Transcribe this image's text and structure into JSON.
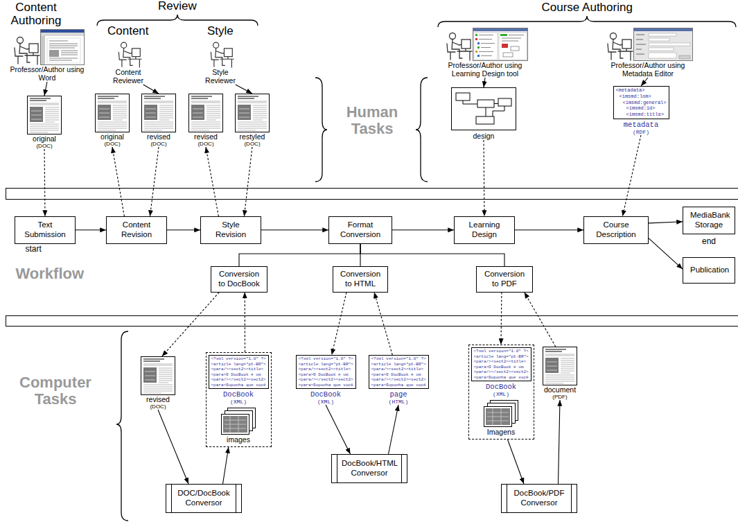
{
  "diagram": {
    "nodes": [
      {
        "text": [
          "Professor/Author using Word"
        ]
      },
      {
        "text": [
          "original",
          "(DOC)"
        ]
      },
      {
        "text": [
          "Content Reviewer"
        ]
      },
      {
        "text": [
          "original",
          "(DOC)"
        ]
      },
      {
        "text": [
          "revised",
          "(DOC)"
        ]
      },
      {
        "text": [
          "Style Reviewer"
        ]
      },
      {
        "text": [
          "revised",
          "(DOC)"
        ]
      },
      {
        "text": [
          "restyled",
          "(DOC)"
        ]
      },
      {
        "text": [
          "Professor/Author using Learning Design tool"
        ]
      },
      {
        "text": [
          "design"
        ]
      },
      {
        "text": [
          "Professor/Author using Metadata Editor"
        ]
      },
      {
        "text": [
          "<metadata>",
          "<imsmd:lom>",
          "<imsmd:general>",
          "<imsmd:id>",
          "<imsmd:title>",
          "metadata",
          "(RDF)"
        ]
      },
      {
        "text": [
          "Text Submission"
        ]
      },
      {
        "text": [
          "Content Revision"
        ]
      },
      {
        "text": [
          "Style Revision"
        ]
      },
      {
        "text": [
          "Format Conversion"
        ]
      },
      {
        "text": [
          "Learning Design"
        ]
      },
      {
        "text": [
          "Course Description"
        ]
      },
      {
        "text": [
          "MediaBank Storage"
        ]
      },
      {
        "text": [
          "Publication"
        ]
      },
      {
        "text": [
          "Conversion to DocBook"
        ]
      },
      {
        "text": [
          "Conversion to HTML"
        ]
      },
      {
        "text": [
          "Conversion to PDF"
        ]
      },
      {
        "text": [
          "revised",
          "(DOC)"
        ]
      },
      {
        "text": []
      },
      {
        "text": [
          "<?xml version=\"1.0\" ?>",
          "<article lang=\"pt-BR\">",
          "<para/><sect2><title>",
          "<para>O DocBook é um",
          "<para/></sect2><sect2>",
          "<para>Suponha que você",
          "DocBook",
          "(XML)"
        ],
        "in": 24
      },
      {
        "text": [
          "images"
        ],
        "in": 24
      },
      {
        "text": [
          "DOC/DocBook Conversor"
        ]
      },
      {
        "text": [
          "<?xml version=\"1.0\" ?>",
          "<article lang=\"pt-BR\">",
          "<para/><sect2><title>",
          "<para>O DocBook é um",
          "<para/></sect2><sect2>",
          "<para>Suponha que você",
          "DocBook",
          "(XML)"
        ]
      },
      {
        "text": [
          "<?xml version=\"1.0\" ?>",
          "<article lang=\"pt-BR\">",
          "<para/><sect2><title>",
          "<para>O DocBook é um",
          "<para/></sect2><sect2>",
          "<para>Suponha que você",
          "page",
          "(HTML)"
        ]
      },
      {
        "text": [
          "DocBook/HTML Conversor"
        ]
      },
      {
        "text": []
      },
      {
        "text": [
          "<?xml version=\"1.0\" ?>",
          "<article lang=\"pt-BR\">",
          "<para/><sect2><title>",
          "<para>O DocBook é um",
          "<para/></sect2><sect2>",
          "<para>Suponha que você",
          "DocBook",
          "(XML)"
        ],
        "in": 31
      },
      {
        "text": [
          "Imagens"
        ],
        "in": 31
      },
      {
        "text": [
          "document",
          "(PDF)"
        ]
      },
      {
        "text": [
          "DocBook/PDF Conversor"
        ]
      }
    ],
    "edges": [
      {
        "from": 0,
        "to": 1,
        "arrow": "to"
      },
      {
        "from": 2,
        "to": 4,
        "arrow": "to"
      },
      {
        "from": 5,
        "to": 7,
        "arrow": "to"
      },
      {
        "from": 8,
        "to": 9,
        "arrow": "to"
      },
      {
        "from": 10,
        "to": 11,
        "arrow": "to"
      },
      {
        "from": 1,
        "to": 12,
        "arrow": "to"
      },
      {
        "from": 13,
        "to": 3,
        "arrow": "to"
      },
      {
        "from": 4,
        "to": 13,
        "arrow": "to"
      },
      {
        "from": 14,
        "to": 6,
        "arrow": "to"
      },
      {
        "from": 7,
        "to": 14,
        "arrow": "to"
      },
      {
        "from": 9,
        "to": 16,
        "arrow": "to"
      },
      {
        "from": 11,
        "to": 17,
        "arrow": "to"
      },
      {
        "from": 12,
        "to": 13,
        "arrow": "to"
      },
      {
        "from": 13,
        "to": 14,
        "arrow": "to"
      },
      {
        "from": 14,
        "to": 15,
        "arrow": "to"
      },
      {
        "from": 15,
        "to": 16,
        "arrow": "to"
      },
      {
        "from": 16,
        "to": 17,
        "arrow": "to"
      },
      {
        "from": 17,
        "to": 18,
        "arrow": "to"
      },
      {
        "from": 17,
        "to": 19,
        "arrow": "to"
      },
      {
        "from": 15,
        "to": 20,
        "arrow": "none"
      },
      {
        "from": 15,
        "to": 21,
        "arrow": "none"
      },
      {
        "from": 15,
        "to": 22,
        "arrow": "none"
      },
      {
        "from": 20,
        "to": 23,
        "arrow": "to"
      },
      {
        "from": 24,
        "to": 20,
        "arrow": "to"
      },
      {
        "from": 23,
        "to": 27,
        "arrow": "to"
      },
      {
        "from": 27,
        "to": 24,
        "arrow": "to"
      },
      {
        "from": 21,
        "to": 28,
        "arrow": "to"
      },
      {
        "from": 29,
        "to": 21,
        "arrow": "to"
      },
      {
        "from": 28,
        "to": 30,
        "arrow": "to"
      },
      {
        "from": 30,
        "to": 29,
        "arrow": "to"
      },
      {
        "from": 22,
        "to": 31,
        "arrow": "to"
      },
      {
        "from": 34,
        "to": 22,
        "arrow": "to"
      },
      {
        "from": 31,
        "to": 35,
        "arrow": "to"
      },
      {
        "from": 35,
        "to": 34,
        "arrow": "to"
      }
    ],
    "labels": [
      "Content Authoring",
      "Review",
      "Content",
      "Style",
      "Course Authoring",
      "Human Tasks",
      "start",
      "end",
      "Workflow",
      "Computer Tasks"
    ]
  }
}
